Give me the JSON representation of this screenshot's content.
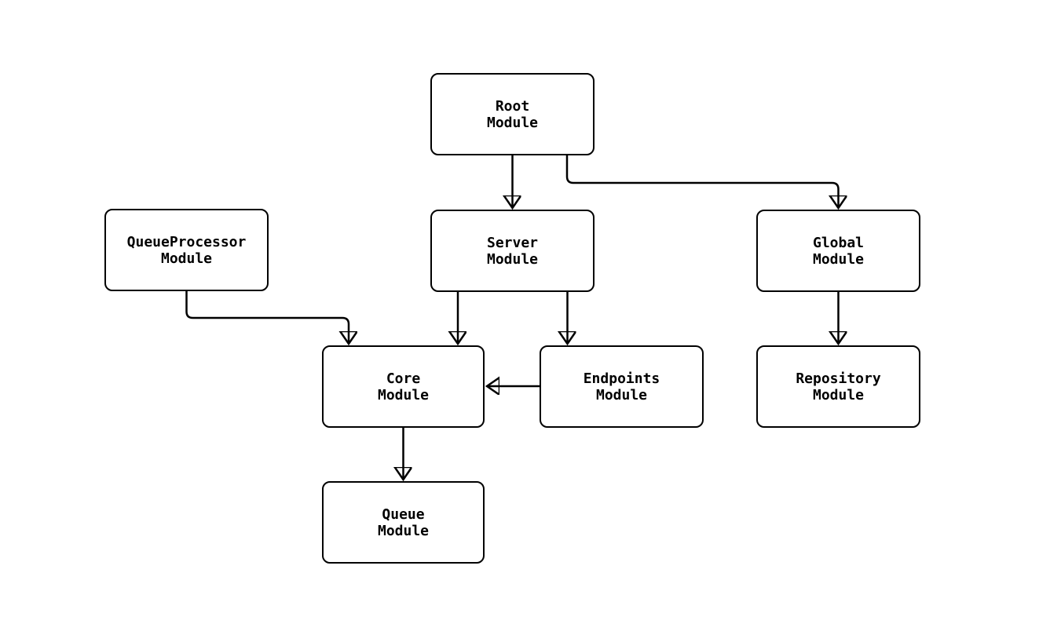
{
  "diagram": {
    "type": "flowchart",
    "direction": "top-down",
    "background_color": "#ffffff",
    "node_fill_color": "#ffffff",
    "node_border_color": "#000000",
    "edge_color": "#000000",
    "text_color": "#000000",
    "nodes": [
      {
        "id": "root",
        "lines": [
          "Root",
          "Module"
        ]
      },
      {
        "id": "queueprocessor",
        "lines": [
          "QueueProcessor",
          "Module"
        ]
      },
      {
        "id": "server",
        "lines": [
          "Server",
          "Module"
        ]
      },
      {
        "id": "global",
        "lines": [
          "Global",
          "Module"
        ]
      },
      {
        "id": "core",
        "lines": [
          "Core",
          "Module"
        ]
      },
      {
        "id": "endpoints",
        "lines": [
          "Endpoints",
          "Module"
        ]
      },
      {
        "id": "repository",
        "lines": [
          "Repository",
          "Module"
        ]
      },
      {
        "id": "queue",
        "lines": [
          "Queue",
          "Module"
        ]
      }
    ],
    "edges": [
      {
        "from": "root",
        "to": "server"
      },
      {
        "from": "root",
        "to": "global"
      },
      {
        "from": "queueprocessor",
        "to": "core"
      },
      {
        "from": "server",
        "to": "core"
      },
      {
        "from": "server",
        "to": "endpoints"
      },
      {
        "from": "endpoints",
        "to": "core"
      },
      {
        "from": "global",
        "to": "repository"
      },
      {
        "from": "core",
        "to": "queue"
      }
    ]
  }
}
